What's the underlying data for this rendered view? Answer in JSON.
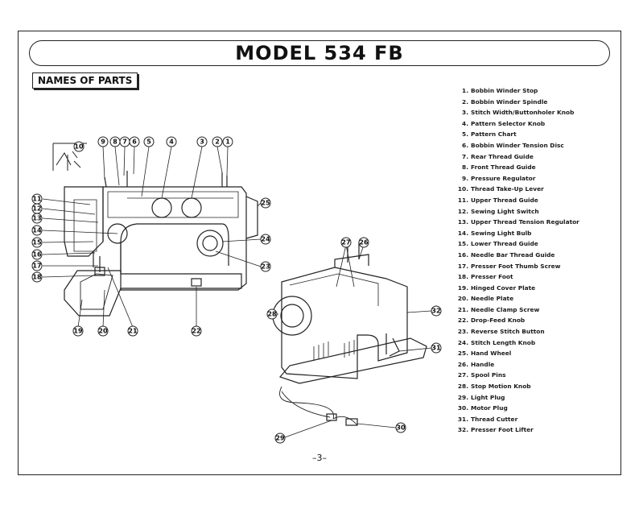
{
  "title": "MODEL 534 FB",
  "section_heading": "NAMES OF PARTS",
  "page_number": "–3–",
  "parts": [
    {
      "num": "1.",
      "name": "Bobbin Winder Stop"
    },
    {
      "num": "2.",
      "name": "Bobbin Winder Spindle"
    },
    {
      "num": "3.",
      "name": "Stitch Width/Buttonholer Knob"
    },
    {
      "num": "4.",
      "name": "Pattern Selector Knob"
    },
    {
      "num": "5.",
      "name": "Pattern Chart"
    },
    {
      "num": "6.",
      "name": "Bobbin Winder Tension Disc"
    },
    {
      "num": "7.",
      "name": "Rear Thread Guide"
    },
    {
      "num": "8.",
      "name": "Front Thread Guide"
    },
    {
      "num": "9.",
      "name": "Pressure Regulator"
    },
    {
      "num": "10.",
      "name": "Thread Take-Up Lever"
    },
    {
      "num": "11.",
      "name": "Upper Thread Guide"
    },
    {
      "num": "12.",
      "name": "Sewing Light Switch"
    },
    {
      "num": "13.",
      "name": "Upper Thread Tension Regulator"
    },
    {
      "num": "14.",
      "name": "Sewing Light Bulb"
    },
    {
      "num": "15.",
      "name": "Lower Thread Guide"
    },
    {
      "num": "16.",
      "name": "Needle Bar Thread Guide"
    },
    {
      "num": "17.",
      "name": "Presser Foot Thumb Screw"
    },
    {
      "num": "18.",
      "name": "Presser Foot"
    },
    {
      "num": "19.",
      "name": "Hinged Cover Plate"
    },
    {
      "num": "20.",
      "name": "Needle Plate"
    },
    {
      "num": "21.",
      "name": "Needle Clamp Screw"
    },
    {
      "num": "22.",
      "name": "Drop-Feed Knob"
    },
    {
      "num": "23.",
      "name": "Reverse Stitch Button"
    },
    {
      "num": "24.",
      "name": "Stitch Length Knob"
    },
    {
      "num": "25.",
      "name": "Hand Wheel"
    },
    {
      "num": "26.",
      "name": "Handle"
    },
    {
      "num": "27.",
      "name": "Spool Pins"
    },
    {
      "num": "28.",
      "name": "Stop Motion Knob"
    },
    {
      "num": "29.",
      "name": "Light Plug"
    },
    {
      "num": "30.",
      "name": "Motor Plug"
    },
    {
      "num": "31.",
      "name": "Thread Cutter"
    },
    {
      "num": "32.",
      "name": "Presser Foot Lifter"
    }
  ],
  "callouts": {
    "c1": "1",
    "c2": "2",
    "c3": "3",
    "c4": "4",
    "c5": "5",
    "c6": "6",
    "c7": "7",
    "c8": "8",
    "c9": "9",
    "c10": "10",
    "c11": "11",
    "c12": "12",
    "c13": "13",
    "c14": "14",
    "c15": "15",
    "c16": "16",
    "c17": "17",
    "c18": "18",
    "c19": "19",
    "c20": "20",
    "c21": "21",
    "c22": "22",
    "c23": "23",
    "c24": "24",
    "c25": "25",
    "c26": "26",
    "c27": "27",
    "c28": "28",
    "c29": "29",
    "c30": "30",
    "c31": "31",
    "c32": "32"
  }
}
